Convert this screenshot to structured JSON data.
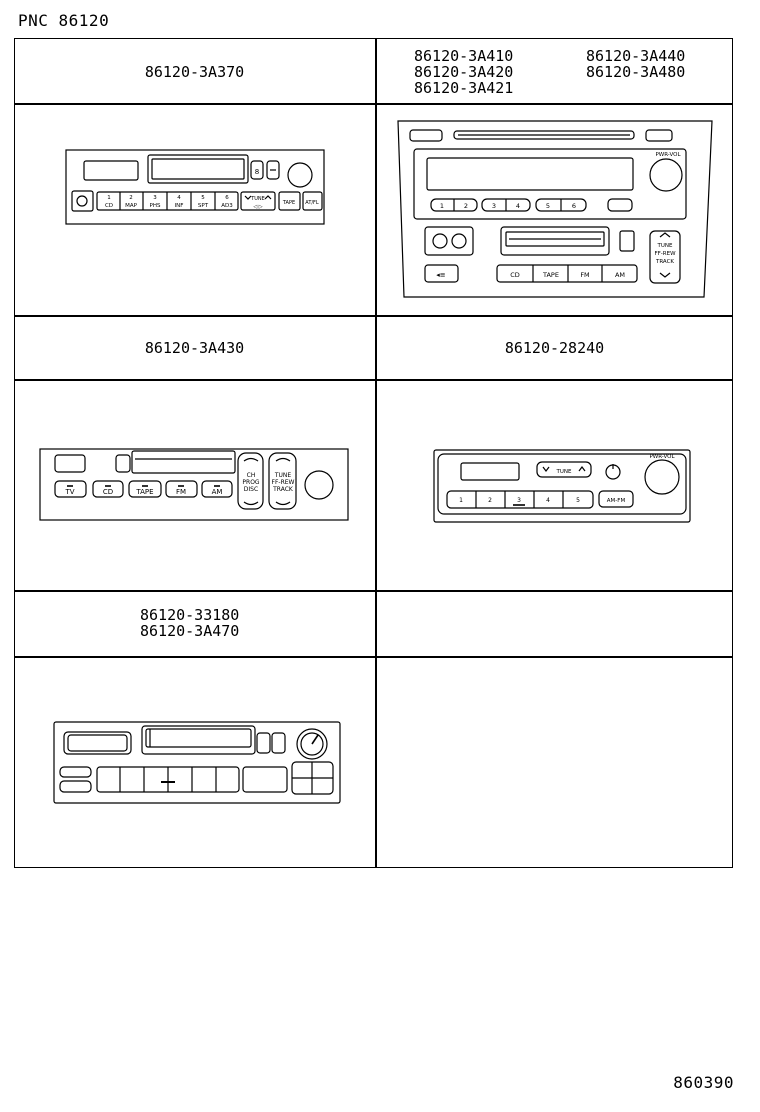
{
  "header": {
    "pnc": "PNC 86120"
  },
  "footer": {
    "doc_number": "860390"
  },
  "cells": {
    "r1_left": {
      "parts": [
        "86120-3A370"
      ]
    },
    "r1_right": {
      "parts_col1": [
        "86120-3A410",
        "86120-3A420",
        "86120-3A421"
      ],
      "parts_col2": [
        "86120-3A440",
        "86120-3A480"
      ]
    },
    "r2_left": {
      "parts": [
        "86120-3A430"
      ]
    },
    "r2_right": {
      "parts": [
        "86120-28240"
      ]
    },
    "r3_left": {
      "parts": [
        "86120-33180",
        "86120-3A470"
      ]
    },
    "r3_right": {
      "parts": []
    }
  },
  "radio_labels": {
    "a370": {
      "b1": "1",
      "b1s": "CD",
      "b2": "2",
      "b2s": "MAP",
      "b3": "3",
      "b3s": "PHS",
      "b4": "4",
      "b4s": "INF",
      "b5": "5",
      "b5s": "SPT",
      "b6": "6",
      "b6s": "AD3",
      "tune": "TUNE",
      "tape": "TAPE",
      "mode": "AT/FL"
    },
    "a410": {
      "vol": "PWR-VOL",
      "p1": "1",
      "p2": "2",
      "p3": "3",
      "p4": "4",
      "p5": "5",
      "p6": "6",
      "cd": "CD",
      "tape": "TAPE",
      "fm": "FM",
      "am": "AM",
      "tune1": "TUNE",
      "tune2": "FF-REW",
      "tune3": "TRACK"
    },
    "a430": {
      "tv": "TV",
      "cd": "CD",
      "tape": "TAPE",
      "fm": "FM",
      "am": "AM",
      "ch1": "CH",
      "ch2": "PROG",
      "ch3": "DISC",
      "tu1": "TUNE",
      "tu2": "FF-REW",
      "tu3": "TRACK"
    },
    "r28240": {
      "tune": "TUNE",
      "vol": "PWR-VOL",
      "p1": "1",
      "p2": "2",
      "p3": "3",
      "p4": "4",
      "p5": "5",
      "amfm": "AM-FM"
    }
  }
}
